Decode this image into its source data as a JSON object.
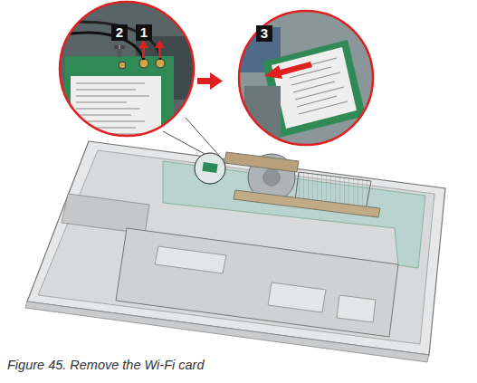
{
  "diagram": {
    "caption": "Figure 45. Remove the Wi-Fi card",
    "labels": [
      "2",
      "1",
      "3"
    ]
  }
}
